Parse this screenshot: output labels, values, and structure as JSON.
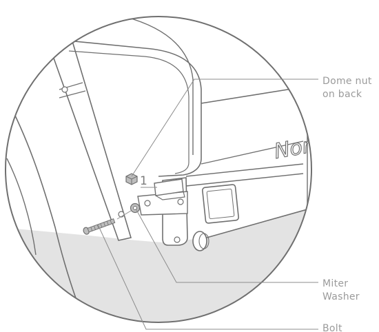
{
  "callouts": {
    "dome_nut": {
      "line1": "Dome nut",
      "line2": "on back"
    },
    "miter_washer": {
      "line1": "Miter",
      "line2": "Washer"
    },
    "bolt": {
      "line1": "Bolt"
    }
  },
  "part_number": "1",
  "brand_text": "Nor",
  "colors": {
    "outline": "#6f6f6f",
    "floor": "#e3e3e3",
    "leader": "#8c8c8c",
    "label": "#9a9a9a",
    "part": "#bdbdbd"
  }
}
